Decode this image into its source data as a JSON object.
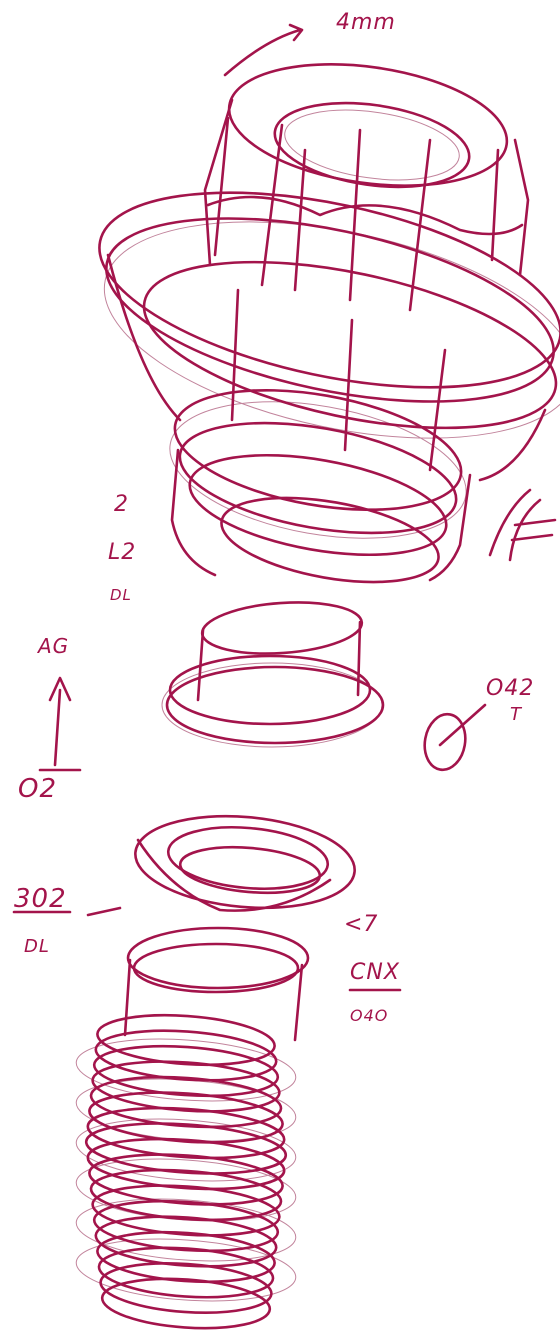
{
  "ink_color": "#a3144b",
  "ink_light": "#c2849c",
  "notes": {
    "top_measure": "4mm",
    "side_mark_1": "2",
    "side_mark_2": "L2",
    "side_mark_3": "DL",
    "arrow_top": "AG",
    "arrow_bottom": "O2",
    "circle_code": "O42",
    "circle_sub": "T",
    "left_code": "302",
    "left_sub": "DL",
    "right_bracket": "<7",
    "right_code": "CNX",
    "right_sub": "O4O"
  }
}
